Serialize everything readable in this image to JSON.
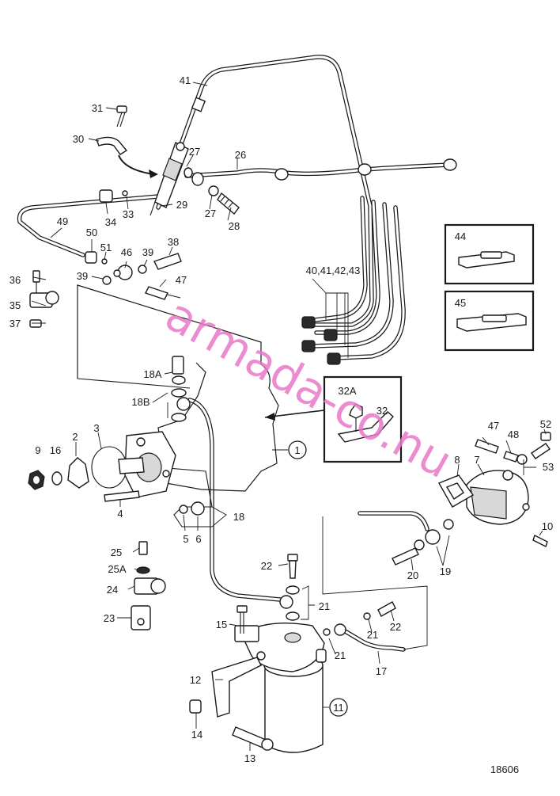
{
  "diagram": {
    "figure_number": "18606",
    "watermark": "armada-co.nu",
    "labels": {
      "l1": "1",
      "l2": "2",
      "l3": "3",
      "l4": "4",
      "l5": "5",
      "l6": "6",
      "l7": "7",
      "l8": "8",
      "l9": "9",
      "l10": "10",
      "l11": "11",
      "l12": "12",
      "l13": "13",
      "l14": "14",
      "l15": "15",
      "l16": "16",
      "l17": "17",
      "l18": "18",
      "l18a": "18A",
      "l18b": "18B",
      "l19": "19",
      "l20": "20",
      "l21a": "21",
      "l21b": "21",
      "l21c": "21",
      "l22a": "22",
      "l22b": "22",
      "l23": "23",
      "l24": "24",
      "l25": "25",
      "l25a": "25A",
      "l26": "26",
      "l27a": "27",
      "l27b": "27",
      "l28": "28",
      "l29": "29",
      "l30": "30",
      "l31": "31",
      "l32": "32",
      "l32a": "32A",
      "l33": "33",
      "l34": "34",
      "l35": "35",
      "l36": "36",
      "l37": "37",
      "l38": "38",
      "l39a": "39",
      "l39b": "39",
      "l40": "40,41,42,43",
      "l41": "41",
      "l44": "44",
      "l45": "45",
      "l46": "46",
      "l47a": "47",
      "l47b": "47",
      "l48": "48",
      "l49": "49",
      "l50": "50",
      "l51": "51",
      "l52": "52",
      "l53": "53"
    }
  }
}
